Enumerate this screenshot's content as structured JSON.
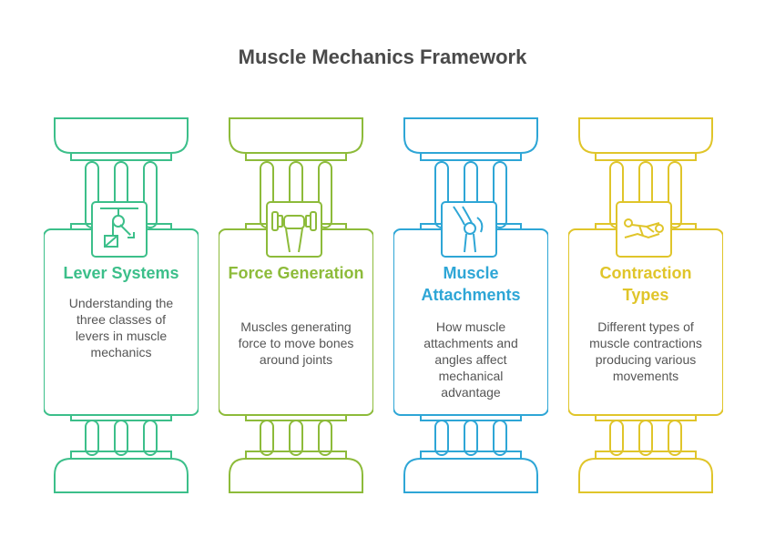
{
  "title": "Muscle Mechanics Framework",
  "pillars": [
    {
      "heading": "Lever Systems",
      "description": "Understanding the three classes of levers in muscle mechanics",
      "color": "#3cbf8a",
      "icon": "pulley-lever-icon"
    },
    {
      "heading": "Force Generation",
      "description": "Muscles generating force to move bones around joints",
      "color": "#8dbb3a",
      "icon": "dumbbell-fist-icon"
    },
    {
      "heading": "Muscle Attachments",
      "description": "How muscle attachments and angles affect mechanical advantage",
      "color": "#2ea6d6",
      "icon": "knee-joint-icon"
    },
    {
      "heading": "Contraction Types",
      "description": "Different types of muscle contractions producing various movements",
      "color": "#e0c52a",
      "icon": "exercise-figure-icon"
    }
  ]
}
